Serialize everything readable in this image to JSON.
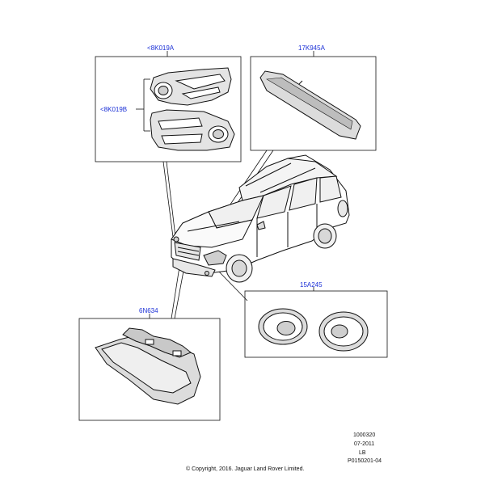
{
  "parts": {
    "p8K019A": "<8K019A",
    "p8K019B": "<8K019B",
    "p17K945A": "17K945A",
    "p15A245": "15A245",
    "p6N634": "6N634"
  },
  "footer": {
    "drawing_no": "1000320",
    "date": "07-2011",
    "region": "LB",
    "ref": "P0150201-04",
    "copyright": "© Copyright, 2016. Jaguar Land Rover Limited."
  },
  "colors": {
    "callout": "#1a2fd6",
    "line": "#111111",
    "part_fill": "#dcdcdc"
  }
}
